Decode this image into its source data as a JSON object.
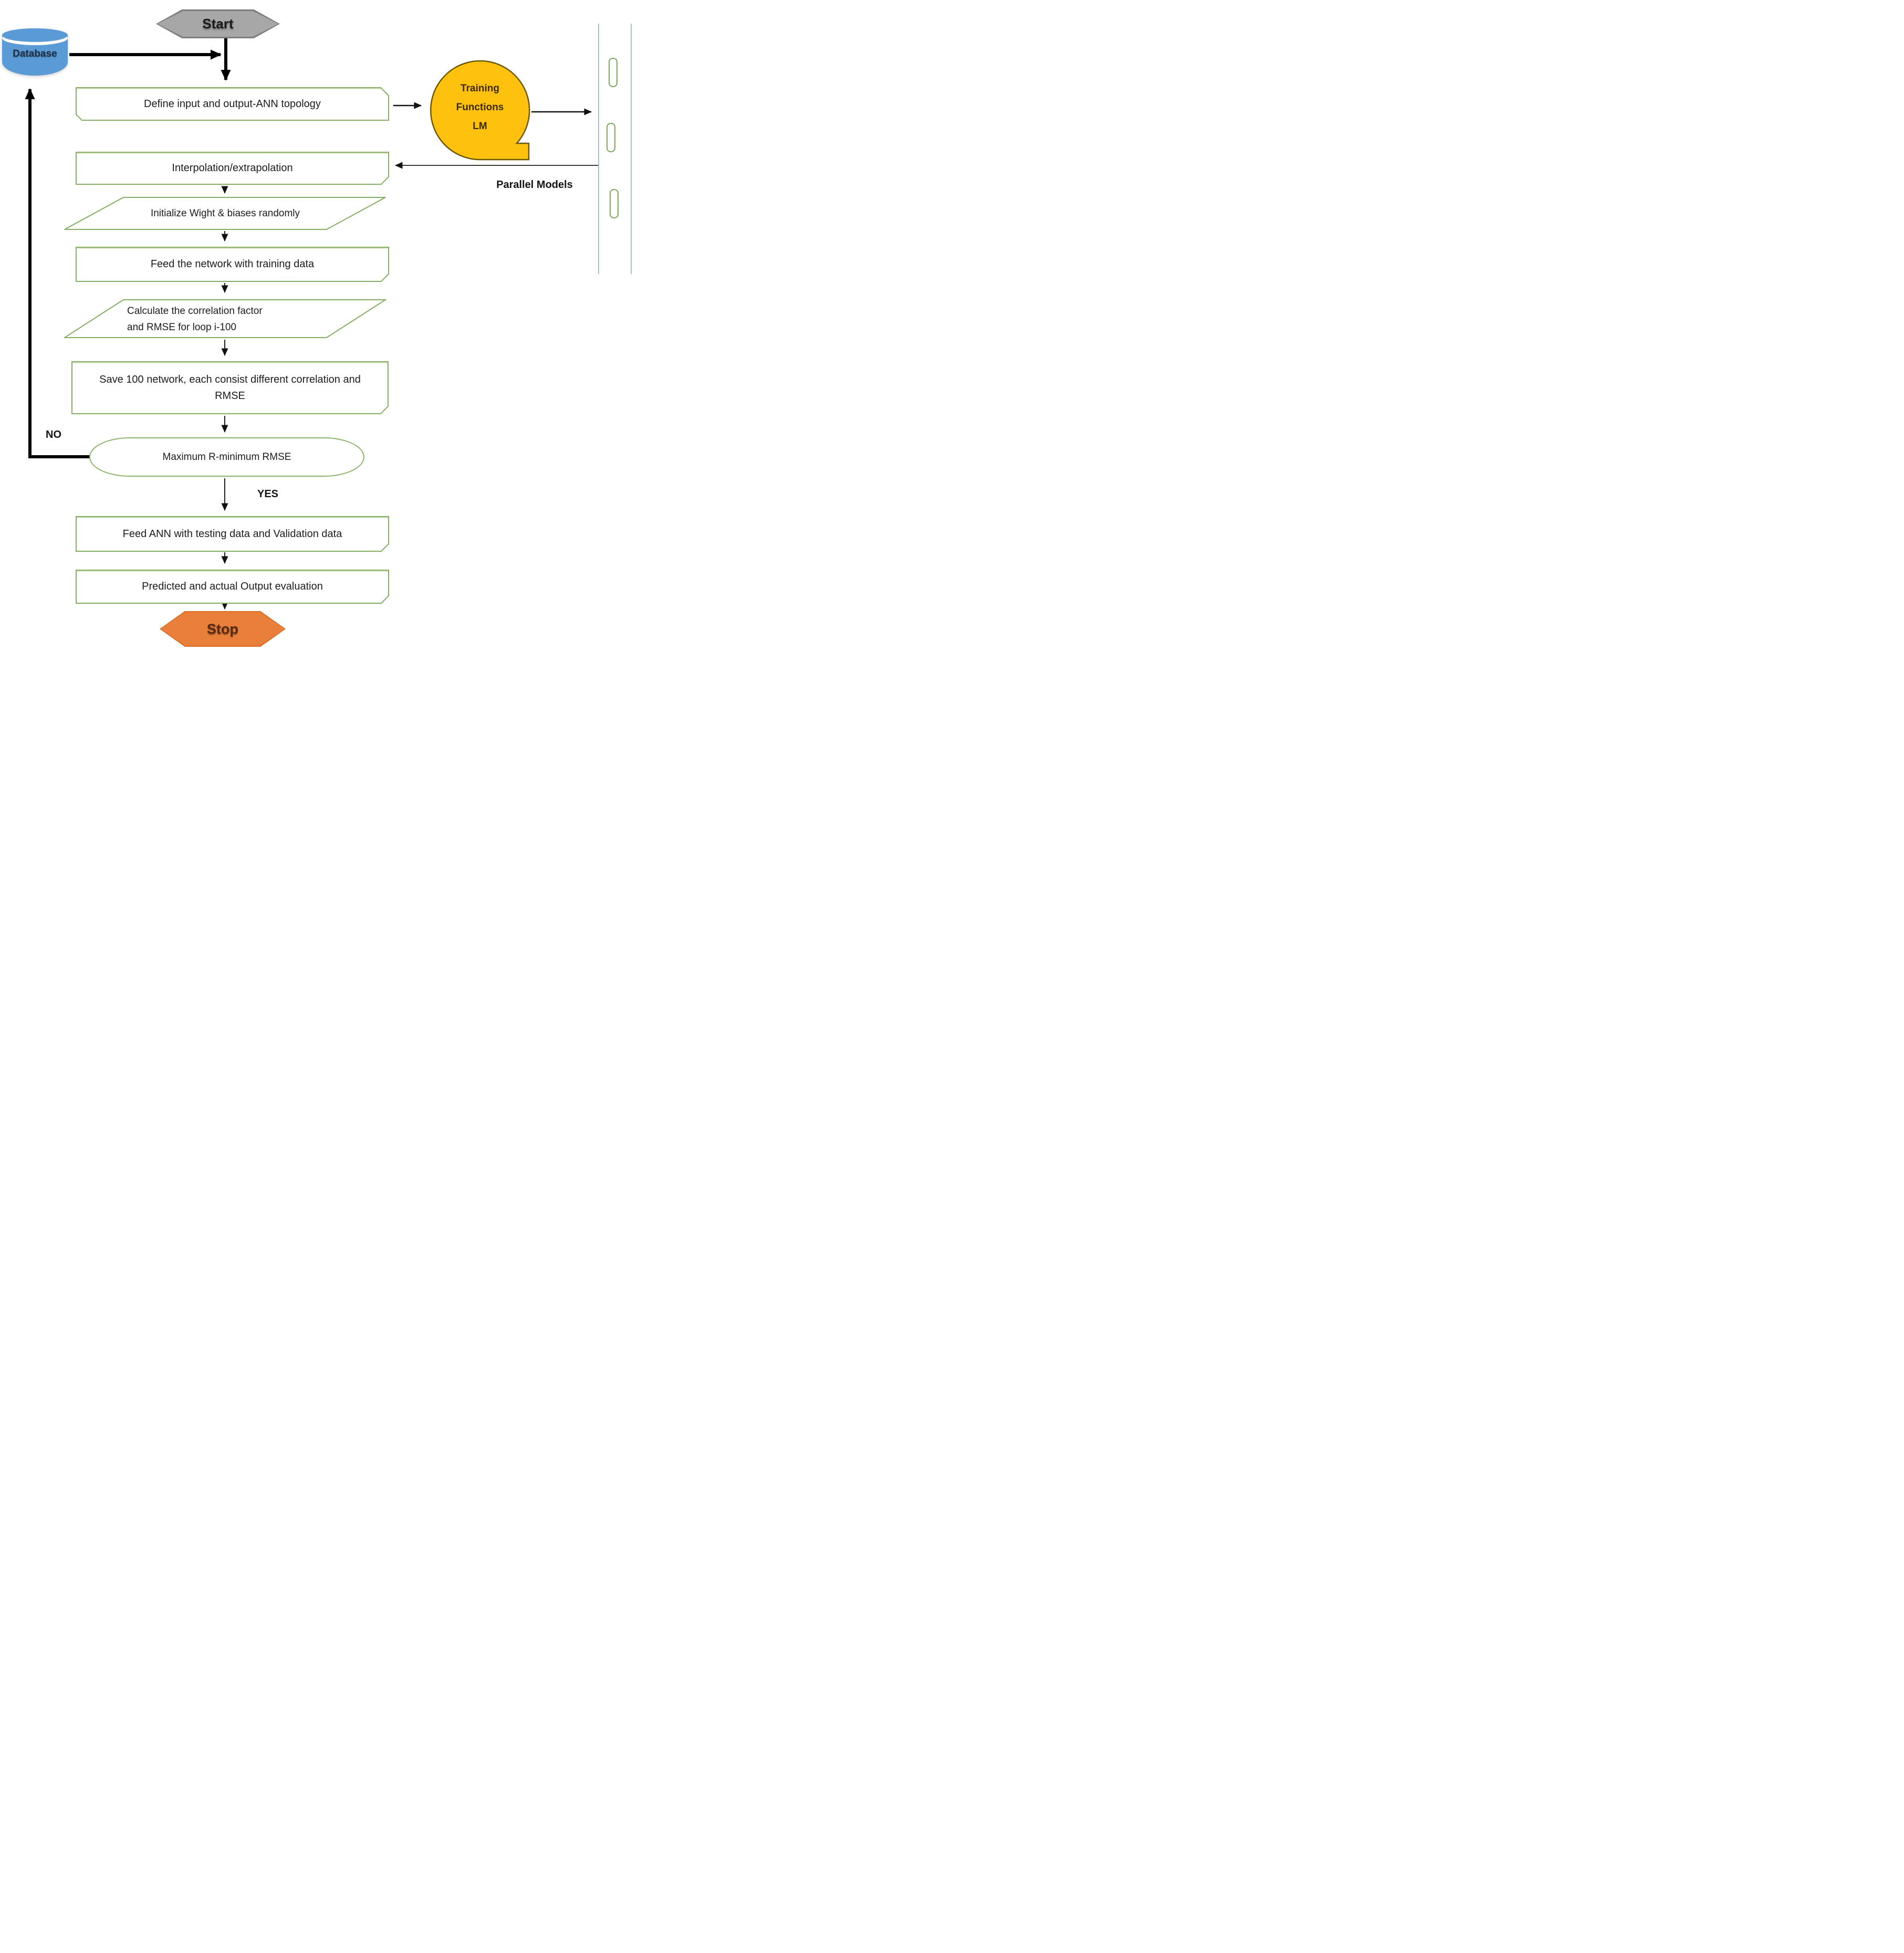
{
  "colors": {
    "card_border": "#85ad63",
    "start_fill": "#a7a7a7",
    "start_border": "#7d7d7d",
    "database_fill": "#5b9bd5",
    "training_fill": "#fec10d",
    "training_border": "#6b5803",
    "stop_fill": "#e8803c",
    "column_line": "#a9bdd3",
    "pill_border": "#79a75d",
    "connector": "#000000"
  },
  "nodes": {
    "start": {
      "label": "Start",
      "shape": "hexagon"
    },
    "database": {
      "label": "Database",
      "shape": "cylinder"
    },
    "define_topology": {
      "label": "Define input and output-ANN topology",
      "shape": "card"
    },
    "training_functions": {
      "line1": "Training",
      "line2": "Functions",
      "line3": "LM",
      "shape": "circle-tab"
    },
    "interpolation": {
      "label": "Interpolation/extrapolation",
      "shape": "card"
    },
    "initialize_weights": {
      "label": "Initialize Wight & biases randomly",
      "shape": "parallelogram"
    },
    "feed_training": {
      "label": "Feed the network with training data",
      "shape": "card"
    },
    "calculate_correlation": {
      "line1": "Calculate the correlation factor",
      "line2": "and RMSE for loop i-100",
      "shape": "parallelogram"
    },
    "save_networks": {
      "label": "Save 100 network, each consist different correlation and RMSE",
      "shape": "card"
    },
    "decision": {
      "label": "Maximum R-minimum RMSE",
      "shape": "stadium"
    },
    "feed_testing": {
      "label": "Feed ANN with testing data and Validation data",
      "shape": "card"
    },
    "output_evaluation": {
      "label": "Predicted and actual Output evaluation",
      "shape": "card"
    },
    "stop": {
      "label": "Stop",
      "shape": "hexagon"
    }
  },
  "edge_labels": {
    "no": "NO",
    "yes": "YES"
  },
  "annotations": {
    "parallel_models": "Parallel Models"
  }
}
